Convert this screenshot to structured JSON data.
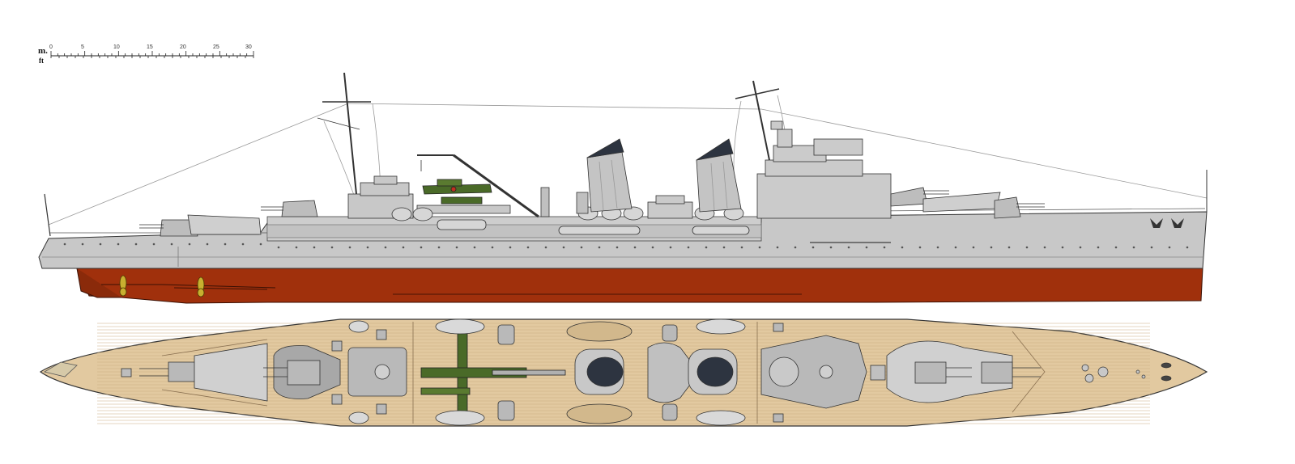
{
  "scale_bar": {
    "unit_metric": "m.",
    "unit_imperial": "ft",
    "ticks": [
      "0",
      "5",
      "10",
      "15",
      "20",
      "25",
      "30"
    ]
  },
  "colors": {
    "hull_grey": "#c8c8c8",
    "superstructure_grey": "#cfcfcf",
    "lower_hull_red": "#a0300c",
    "deck_wood": "#e2c9a0",
    "funnel_cap": "#2d3440",
    "aircraft_green": "#4a6a28",
    "turret_grey": "#b9b9b9"
  },
  "views": {
    "profile": "side-elevation",
    "plan": "top-down-deck"
  }
}
